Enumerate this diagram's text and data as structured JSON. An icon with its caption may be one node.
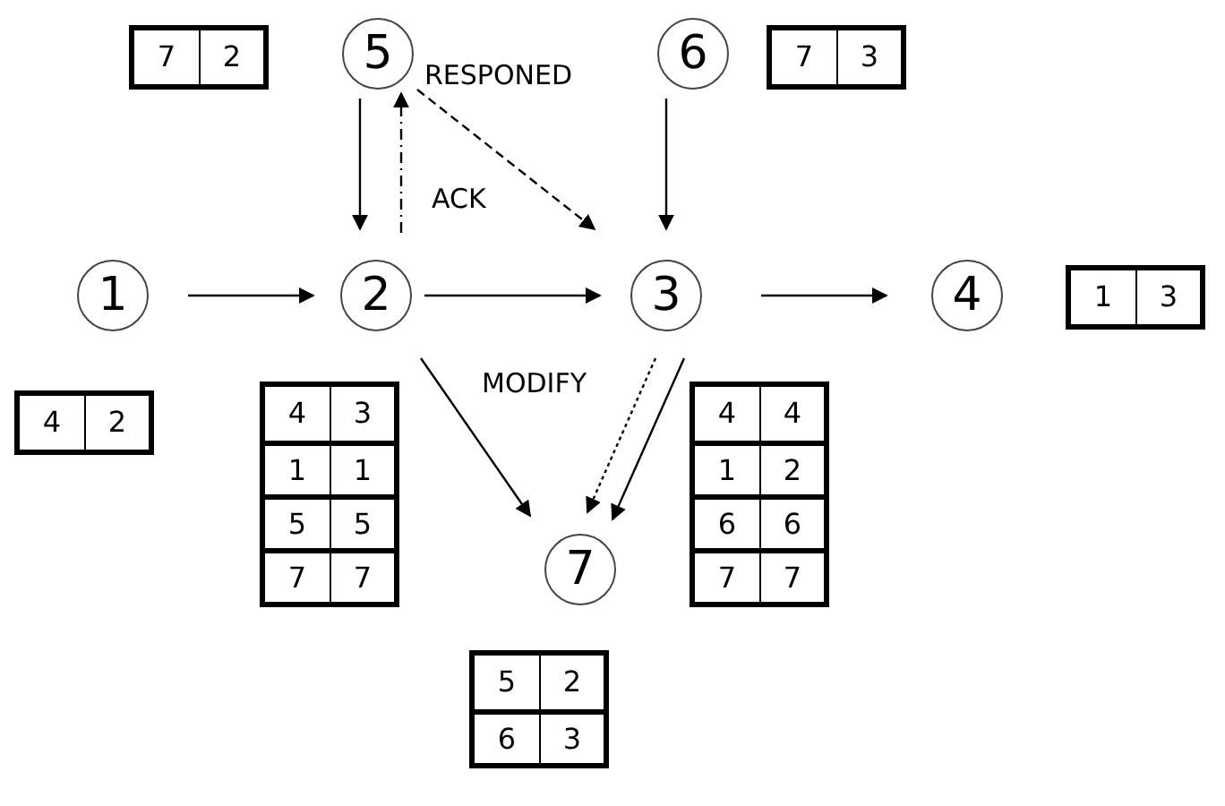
{
  "diagram": {
    "nodes": [
      {
        "text": [
          "5"
        ]
      },
      {
        "text": [
          "6"
        ]
      },
      {
        "text": [
          "1"
        ]
      },
      {
        "text": [
          "2"
        ]
      },
      {
        "text": [
          "3"
        ]
      },
      {
        "text": [
          "4"
        ]
      },
      {
        "text": [
          "7"
        ]
      }
    ],
    "edges": [
      {
        "from": 2,
        "to": 3,
        "arrow": "to"
      },
      {
        "from": 3,
        "to": 4,
        "arrow": "to"
      },
      {
        "from": 4,
        "to": 5,
        "arrow": "to"
      },
      {
        "from": 0,
        "to": 3,
        "arrow": "to"
      },
      {
        "from": 3,
        "to": 0,
        "arrow": "to",
        "label": "ACK",
        "style": "dashed"
      },
      {
        "from": 0,
        "to": 4,
        "arrow": "to",
        "label": "RESPONED",
        "style": "dashed"
      },
      {
        "from": 1,
        "to": 4,
        "arrow": "to"
      },
      {
        "from": 3,
        "to": 6,
        "arrow": "to"
      },
      {
        "from": 4,
        "to": 6,
        "arrow": "to",
        "label": "MODIFY",
        "style": "dashed"
      },
      {
        "from": 4,
        "to": 6,
        "arrow": "to"
      }
    ],
    "labels": [
      "7",
      "2",
      "7",
      "3",
      "1",
      "3",
      "4",
      "2",
      "4",
      "3",
      "1",
      "1",
      "5",
      "5",
      "7",
      "7",
      "4",
      "4",
      "1",
      "2",
      "6",
      "6",
      "7",
      "7",
      "5",
      "2",
      "6",
      "3"
    ]
  }
}
